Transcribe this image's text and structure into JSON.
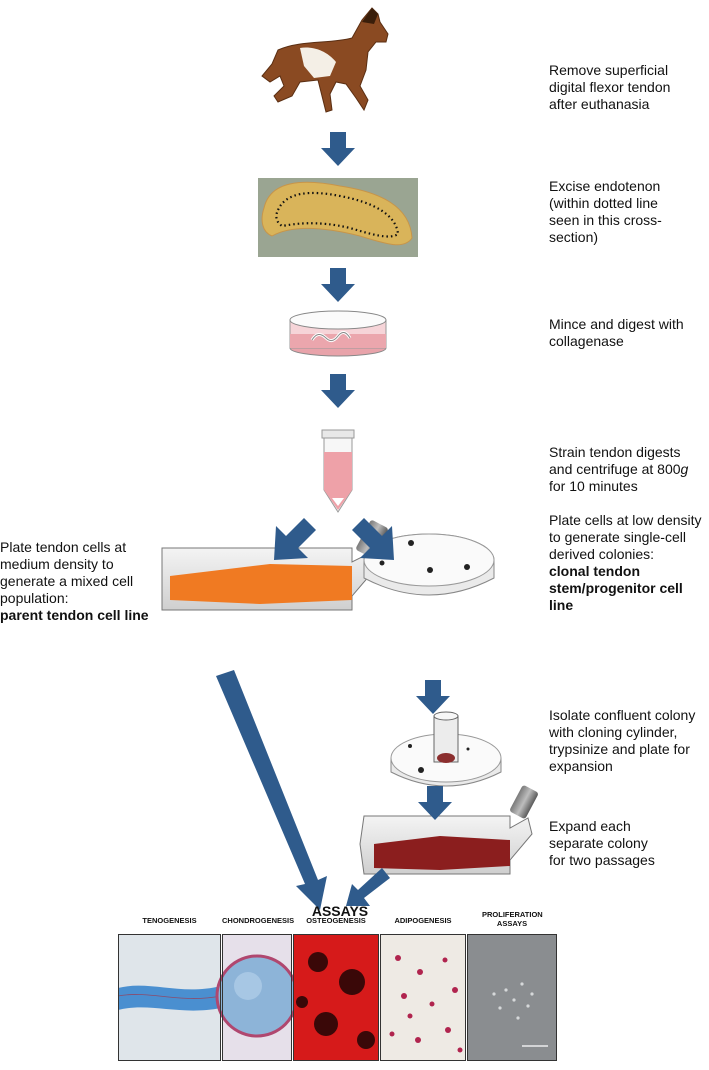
{
  "steps": {
    "step1": "Remove superficial digital flexor tendon after euthanasia",
    "step2": "Excise endotenon (within dotted line seen in this cross-section)",
    "step3": "Mince and digest with collagenase",
    "step4_a": "Strain tendon digests and centrifuge at 800",
    "step4_g": "g",
    "step4_b": " for 10 minutes",
    "left_plate": "Plate tendon cells at medium density to generate a mixed cell population:",
    "left_plate_bold": "parent tendon cell line",
    "right_plate": "Plate cells at low density to generate single-cell derived colonies:",
    "right_plate_bold": "clonal tendon stem/progenitor cell line",
    "isolate": "Isolate confluent colony with cloning cylinder, trypsinize and plate for expansion",
    "expand": "Expand each separate colony for two passages"
  },
  "assays_title": "ASSAYS",
  "assays": [
    {
      "label": "TENOGENESIS"
    },
    {
      "label": "CHONDROGENESIS"
    },
    {
      "label": "OSTEOGENESIS"
    },
    {
      "label": "ADIPOGENESIS"
    },
    {
      "label": "PROLIFERATION ASSAYS"
    }
  ],
  "colors": {
    "arrow": "#2f5b8c",
    "tendon": "#d9b45a",
    "media": "#f2a6ad",
    "flask_parent": "#f07a22",
    "flask_clonal": "#8b1e1e"
  }
}
